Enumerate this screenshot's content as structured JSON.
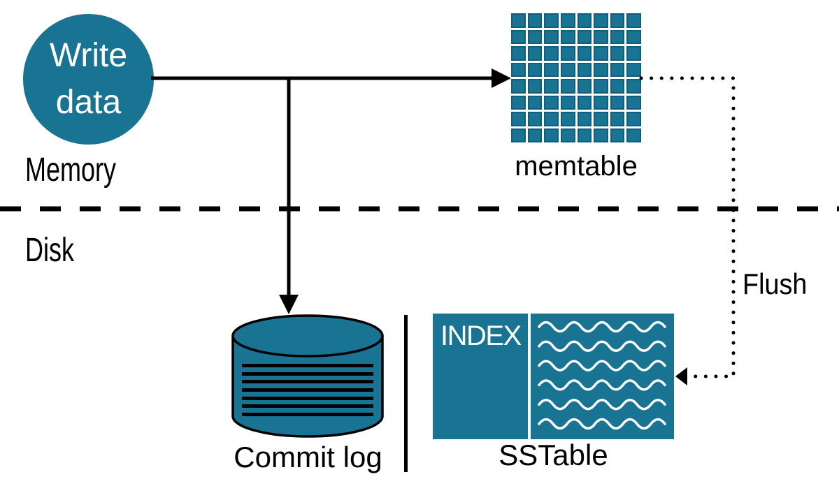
{
  "colors": {
    "teal": "#187492",
    "teal_dark": "#0f5f7c",
    "ink": "#000000",
    "paper": "#ffffff",
    "text_on_teal": "#ffffff"
  },
  "regions": {
    "memory": "Memory",
    "disk": "Disk"
  },
  "nodes": {
    "write_data": {
      "label": "Write\ndata"
    },
    "memtable": {
      "label": "memtable",
      "grid_rows": 8,
      "grid_cols": 8
    },
    "commit_log": {
      "label": "Commit log",
      "stripes": 7
    },
    "sstable": {
      "label": "SSTable",
      "index_label": "INDEX",
      "waves": 6
    }
  },
  "edges": {
    "write_to_memtable": {
      "style": "solid-arrow"
    },
    "write_to_commit_log": {
      "style": "solid-arrow"
    },
    "flush": {
      "label": "Flush",
      "style": "dotted-arrow"
    }
  }
}
